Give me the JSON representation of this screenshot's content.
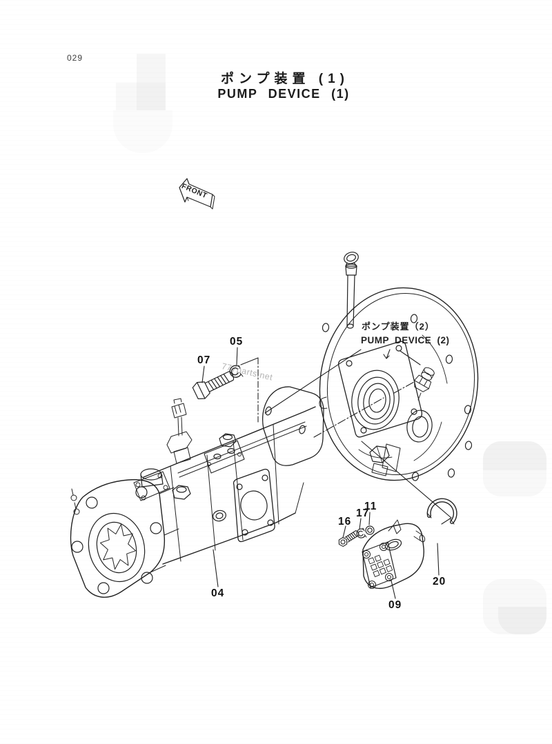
{
  "page": {
    "number": "029"
  },
  "header": {
    "title_jp": "ポンプ装置 (1)",
    "title_en": "PUMP DEVICE (1)"
  },
  "diagram": {
    "front_label": "FRONT",
    "assembly_label_jp": "ポンプ装置（2）",
    "assembly_label_en": "PUMP DEVICE (2)",
    "watermark": "777parts.net",
    "callouts": {
      "c04": "04",
      "c05": "05",
      "c07": "07",
      "c09": "09",
      "c11": "11",
      "c16": "16",
      "c17": "17",
      "c20": "20"
    }
  },
  "colors": {
    "ink": "#222222",
    "paper": "#ffffff",
    "watermark_gray": "#b4b4b4"
  }
}
